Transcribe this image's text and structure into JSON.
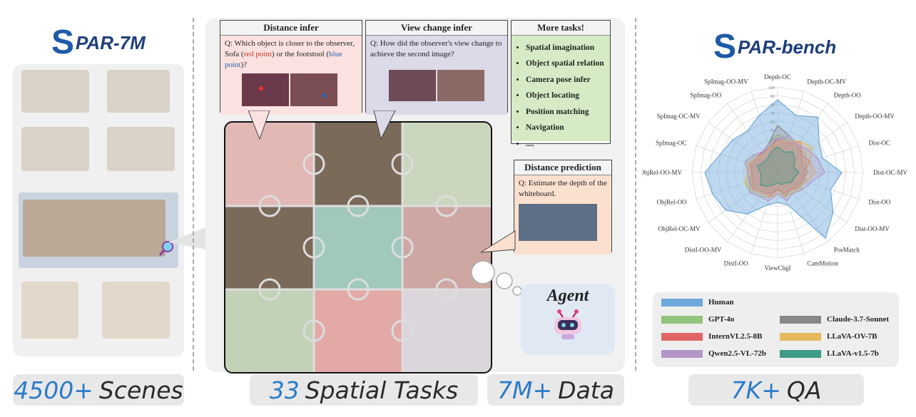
{
  "left_logo": {
    "s": "S",
    "rest": "PAR-7M"
  },
  "right_logo": {
    "s": "S",
    "rest": "PAR-bench"
  },
  "tasks": {
    "distance_infer": {
      "title": "Distance infer",
      "q_prefix": "Q: Which object is closer to the observer, Sofa (",
      "red": "red point",
      "q_mid": ") or the footstool (",
      "blue": "blue point",
      "q_suffix": ")?"
    },
    "view_change_infer": {
      "title": "View change infer",
      "question": "Q: How did the observer's view change to achieve the second image?"
    },
    "more_tasks": {
      "title": "More tasks!",
      "items": [
        "Spatial imagination",
        "Object spatial relation",
        "Camera pose infer",
        "Object locating",
        "Position matching",
        "Navigation",
        "...."
      ]
    },
    "distance_prediction": {
      "title": "Distance prediction",
      "question": "Q: Estimate the depth of the whiteboard."
    }
  },
  "agent": {
    "label": "Agent"
  },
  "banners": {
    "scenes": {
      "num": "4500+",
      "text": "Scenes"
    },
    "tasks": {
      "num": "33",
      "text": "Spatial Tasks"
    },
    "data": {
      "num": "7M+",
      "text": "Data"
    },
    "qa": {
      "num": "7K+",
      "text": "QA"
    }
  },
  "radar": {
    "axes": [
      "Depth-OC",
      "Depth-OC-MV",
      "Depth-OO",
      "Depth-OO-MV",
      "Dist-OC",
      "Dist-OC-MV",
      "Dist-OO",
      "Dist-OO-MV",
      "PosMatch",
      "CamMotion",
      "ViewChgI",
      "DistI-OO",
      "DistI-OO-MV",
      "ObjRel-OC-MV",
      "ObjRel-OO",
      "ObjRel-OO-MV",
      "SpImag-OC",
      "SpImag-OC-MV",
      "SpImag-OO",
      "SpImag-OO-MV"
    ],
    "ticks": [
      "100",
      "90",
      "80",
      "70",
      "60",
      "50",
      "40",
      "30",
      "20",
      "10"
    ],
    "series": [
      {
        "name": "Human",
        "color": "#6fa8dc",
        "values": [
          85,
          70,
          80,
          60,
          55,
          75,
          65,
          80,
          95,
          40,
          35,
          40,
          60,
          75,
          80,
          85,
          70,
          65,
          60,
          70
        ]
      },
      {
        "name": "GPT-4o",
        "color": "#93c47d",
        "values": [
          45,
          40,
          35,
          40,
          35,
          35,
          30,
          35,
          30,
          30,
          20,
          30,
          35,
          40,
          40,
          35,
          40,
          35,
          30,
          35
        ]
      },
      {
        "name": "Claude-3.7-Sonnet",
        "color": "#888888",
        "values": [
          55,
          45,
          40,
          35,
          30,
          35,
          30,
          30,
          25,
          30,
          20,
          25,
          30,
          35,
          35,
          30,
          35,
          30,
          30,
          35
        ]
      },
      {
        "name": "InternVL2.5-8B",
        "color": "#e06666",
        "values": [
          40,
          35,
          45,
          35,
          40,
          30,
          35,
          30,
          25,
          25,
          20,
          30,
          30,
          35,
          30,
          30,
          35,
          30,
          30,
          30
        ]
      },
      {
        "name": "LLaVA-OV-7B",
        "color": "#e6b95c",
        "values": [
          35,
          40,
          45,
          50,
          40,
          45,
          35,
          30,
          30,
          30,
          25,
          30,
          30,
          35,
          40,
          35,
          35,
          30,
          25,
          30
        ]
      },
      {
        "name": "Qwen2.5-VL-72b",
        "color": "#b497c7",
        "values": [
          40,
          45,
          40,
          45,
          50,
          55,
          40,
          35,
          30,
          35,
          25,
          35,
          35,
          40,
          35,
          35,
          40,
          35,
          30,
          35
        ]
      },
      {
        "name": "LLaVA-v1.5-7b",
        "color": "#3f9a86",
        "values": [
          30,
          25,
          30,
          25,
          20,
          25,
          20,
          20,
          15,
          15,
          12,
          15,
          20,
          25,
          20,
          20,
          25,
          20,
          20,
          25
        ]
      }
    ]
  },
  "legend": [
    {
      "name": "Human",
      "color": "#6fa8dc"
    },
    {
      "name": "GPT-4o",
      "color": "#93c47d"
    },
    {
      "name": "Claude-3.7-Sonnet",
      "color": "#888888"
    },
    {
      "name": "InternVL2.5-8B",
      "color": "#e06666"
    },
    {
      "name": "LLaVA-OV-7B",
      "color": "#e6b95c"
    },
    {
      "name": "Qwen2.5-VL-72b",
      "color": "#b497c7"
    },
    {
      "name": "LLaVA-v1.5-7b",
      "color": "#3f9a86"
    }
  ]
}
